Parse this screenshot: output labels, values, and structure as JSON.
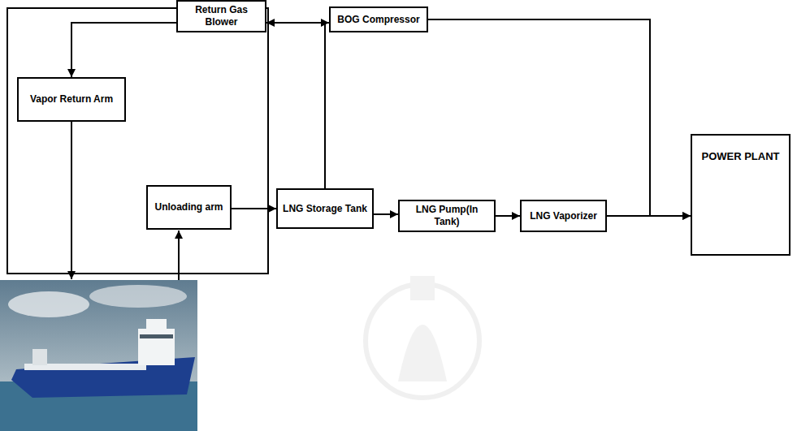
{
  "diagram": {
    "nodes": [
      {
        "text": [
          "Return Gas Blower"
        ]
      },
      {
        "text": [
          "BOG Compressor"
        ]
      },
      {
        "text": [
          "Vapor Return Arm"
        ]
      },
      {
        "text": [
          "Unloading arm"
        ]
      },
      {
        "text": [
          "LNG Storage Tank"
        ]
      },
      {
        "text": [
          "LNG Pump(In Tank)"
        ]
      },
      {
        "text": [
          "LNG Vaporizer"
        ]
      },
      {
        "text": [
          "POWER PLANT"
        ]
      }
    ],
    "edges": [
      {
        "from": 4,
        "to": 0,
        "arrow": "to"
      },
      {
        "from": 4,
        "to": 1,
        "arrow": "to"
      },
      {
        "from": 0,
        "to": 2,
        "arrow": "to"
      },
      {
        "from": 1,
        "to": 7,
        "arrow": "to"
      },
      {
        "from": 3,
        "to": 4,
        "arrow": "to"
      },
      {
        "from": 4,
        "to": 5,
        "arrow": "to"
      },
      {
        "from": 5,
        "to": 6,
        "arrow": "to"
      },
      {
        "from": 6,
        "to": 7,
        "arrow": "to"
      }
    ]
  }
}
